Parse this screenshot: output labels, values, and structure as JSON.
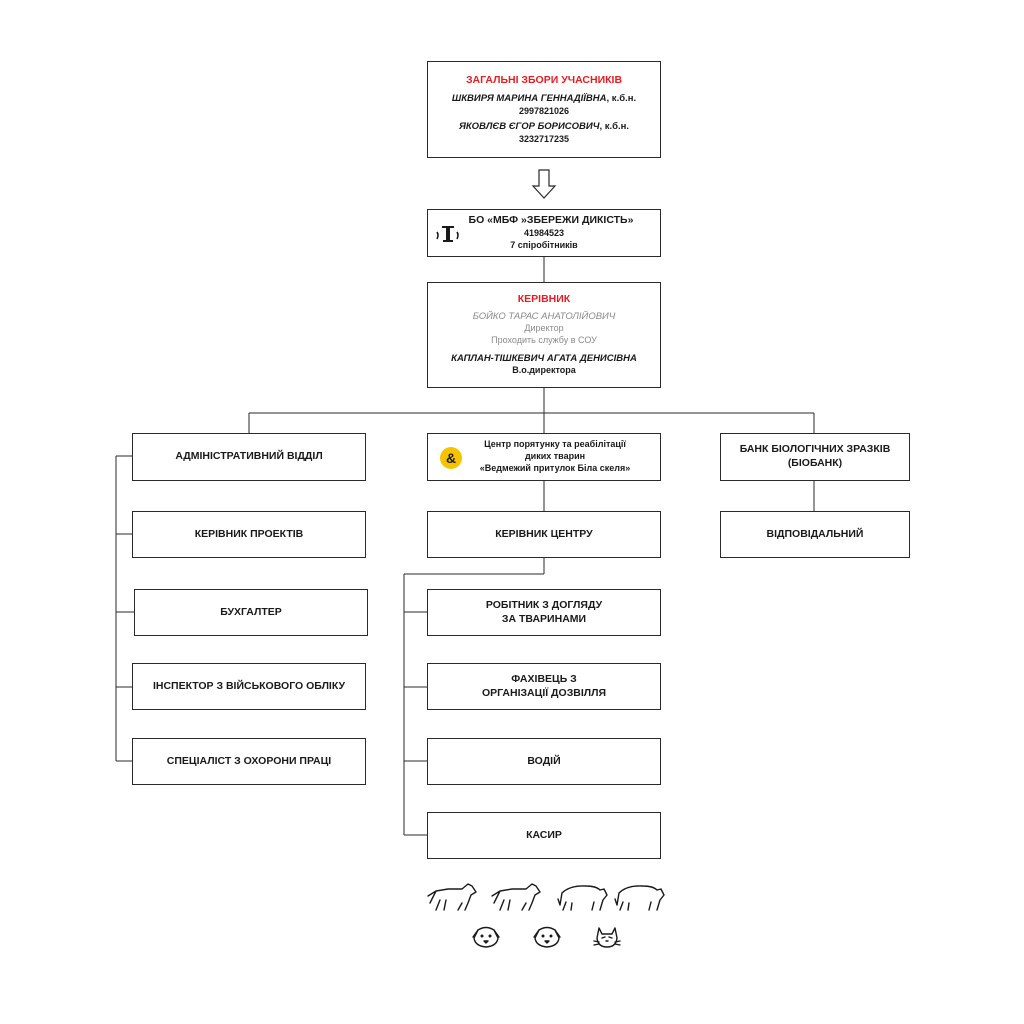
{
  "general_meeting": {
    "title": "ЗАГАЛЬНІ ЗБОРИ УЧАСНИКІВ",
    "member1_name": "ШКВИРЯ МАРИНА ГЕННАДІЇВНА",
    "member1_degree": ", к.б.н.",
    "member1_id": "2997821026",
    "member2_name": "ЯКОВЛЄВ ЄГОР БОРИСОВИЧ",
    "member2_degree": ", к.б.н.",
    "member2_id": "3232717235"
  },
  "organization": {
    "name": "БО «МБФ »ЗБЕРЕЖИ ДИКІСТЬ»",
    "code": "41984523",
    "staff": "7 спіробітників",
    "logo_icon": "foundation-logo-icon"
  },
  "head": {
    "title": "КЕРІВНИК",
    "person1_name": "БОЙКО ТАРАС АНАТОЛІЙОВИЧ",
    "person1_role": "Директор",
    "person1_note": "Проходить службу в СОУ",
    "person2_name": "КАПЛАН-ТІШКЕВИЧ АГАТА ДЕНИСІВНА",
    "person2_role": "В.о.директора"
  },
  "departments": {
    "admin": {
      "title": "АДМІНІСТРАТИВНИЙ ВІДДІЛ",
      "items": [
        "КЕРІВНИК ПРОЕКТІВ",
        "БУХГАЛТЕР",
        "ІНСПЕКТОР З ВІЙСЬКОВОГО ОБЛІКУ",
        "СПЕЦІАЛІСТ З ОХОРОНИ ПРАЦІ"
      ]
    },
    "center": {
      "title_line1": "Центр порятунку та реабілітації",
      "title_line2": "диких тварин",
      "title_line3": "«Ведмежий притулок Біла скеля»",
      "logo_icon": "ampersand-logo-icon",
      "logo_glyph": "&",
      "manager": "КЕРІВНИК ЦЕНТРУ",
      "items": [
        {
          "line1": "РОБІТНИК З ДОГЛЯДУ",
          "line2": "ЗА ТВАРИНАМИ"
        },
        {
          "line1": "ФАХІВЕЦЬ З",
          "line2": "ОРГАНІЗАЦІЇ ДОЗВІЛЛЯ"
        },
        {
          "line1": "ВОДІЙ",
          "line2": ""
        },
        {
          "line1": "КАСИР",
          "line2": ""
        }
      ]
    },
    "biobank": {
      "title_line1": "БАНК БІОЛОГІЧНИХ ЗРАЗКІВ",
      "title_line2": "(БІОБАНК)",
      "responsible": "ВІДПОВІДАЛЬНИЙ"
    }
  },
  "colors": {
    "accent_red": "#e31e24",
    "line": "#2a2a2a",
    "muted_grey": "#8a8a8a",
    "logo_yellow": "#f5c400"
  },
  "icons": [
    "down-arrow-icon",
    "wolf-icon",
    "wolf-icon",
    "bear-icon",
    "bear-icon",
    "dog-icon",
    "dog-icon",
    "cat-icon"
  ]
}
